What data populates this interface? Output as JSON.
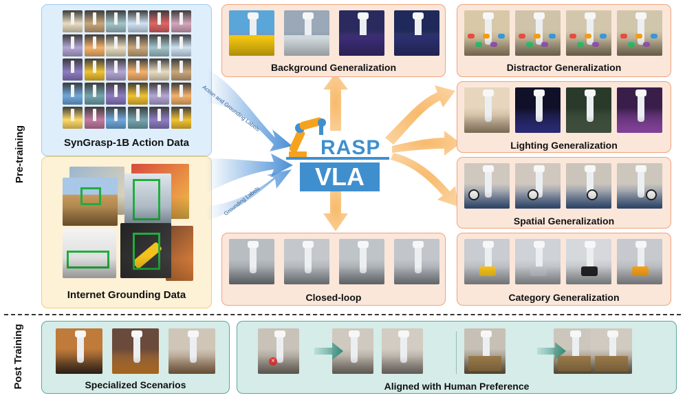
{
  "side_labels": {
    "pre_training": "Pre-training",
    "post_training": "Post Training"
  },
  "panels": {
    "syngrasp": "SynGrasp-1B Action Data",
    "internet": "Internet Grounding Data",
    "background": "Background Generalization",
    "distractor": "Distractor Generalization",
    "lighting": "Lighting Generalization",
    "spatial": "Spatial Generalization",
    "closed_loop": "Closed-loop",
    "category": "Category Generalization",
    "specialized": "Specialized Scenarios",
    "aligned": "Aligned with Human Preference"
  },
  "arrow_labels": {
    "action_grounding": "Action and Grounding Labels",
    "grounding": "Grounding Labels"
  },
  "logo": {
    "word_top": "RASP",
    "word_bottom": "VLA"
  },
  "colors": {
    "orange_panel": "#fbe6da",
    "blue_panel": "#dfeefb",
    "yellow_panel": "#fdf1d6",
    "teal_panel": "#d5ece8",
    "logo_blue": "#3f8fcf",
    "logo_orange": "#f5a31e",
    "arrow_orange": "#f7b25a",
    "arrow_blue": "#4a8fd6",
    "grounding_green": "#1fae3c"
  },
  "icons": [
    "robot-arm-icon",
    "red-x-icon",
    "teal-arrow-icon"
  ]
}
